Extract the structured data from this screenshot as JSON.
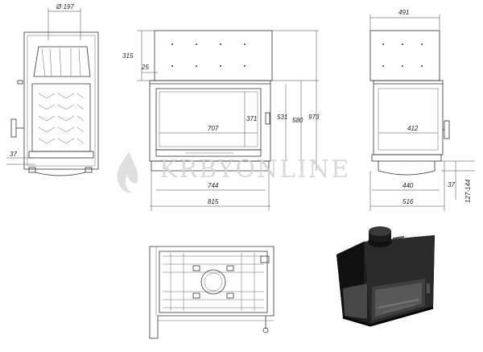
{
  "dimensions": {
    "front_left": {
      "dia": "Ø 197",
      "h315": "315",
      "d25": "25",
      "d37": "37"
    },
    "front_center": {
      "w707": "707",
      "h371": "371",
      "h531": "531",
      "h580": "580",
      "h973": "973",
      "w744": "744",
      "w815": "815"
    },
    "side": {
      "w491": "491",
      "w412": "412",
      "w440": "440",
      "d37": "37",
      "w516": "516",
      "range": "127-144"
    }
  },
  "watermark": {
    "text": "KRBYONLINE"
  },
  "colors": {
    "line": "#333333",
    "dark_render": "#1a1a1a",
    "watermark": "#d2d2d2"
  }
}
